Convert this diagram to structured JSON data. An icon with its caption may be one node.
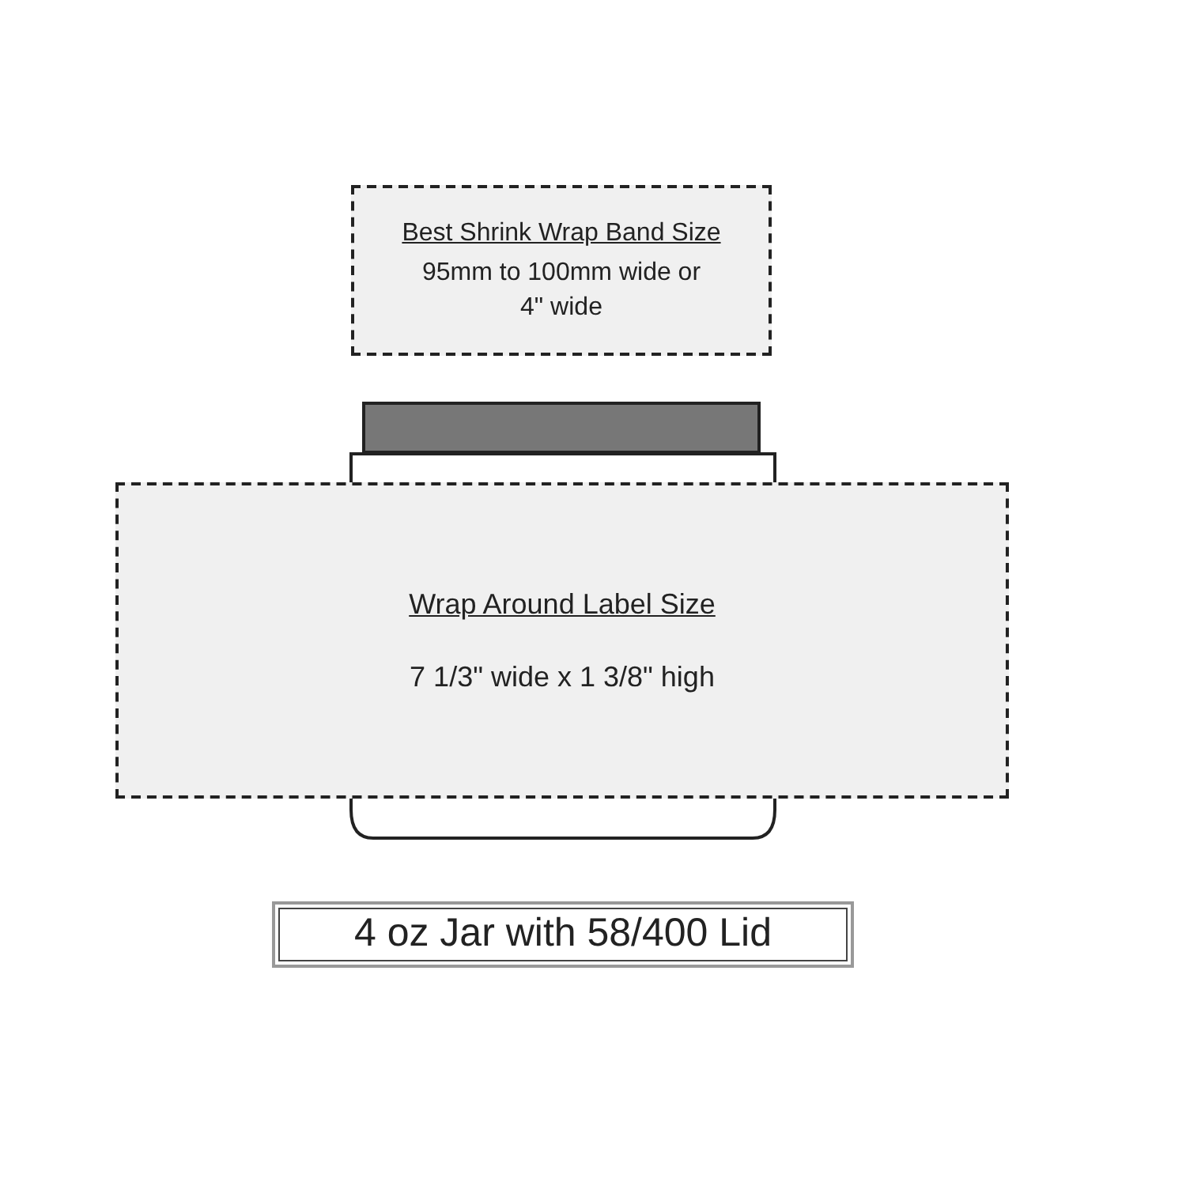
{
  "diagram": {
    "nodes": [
      {
        "text": [
          "Best Shrink Wrap Band Size",
          "95mm to 100mm wide or 4\" wide"
        ]
      },
      {
        "text": [
          "Wrap Around Label Size",
          "7 1/3\" wide x 1 3/8\" high"
        ]
      },
      {
        "text": [
          "4 oz Jar with 58/400 Lid"
        ]
      }
    ]
  }
}
